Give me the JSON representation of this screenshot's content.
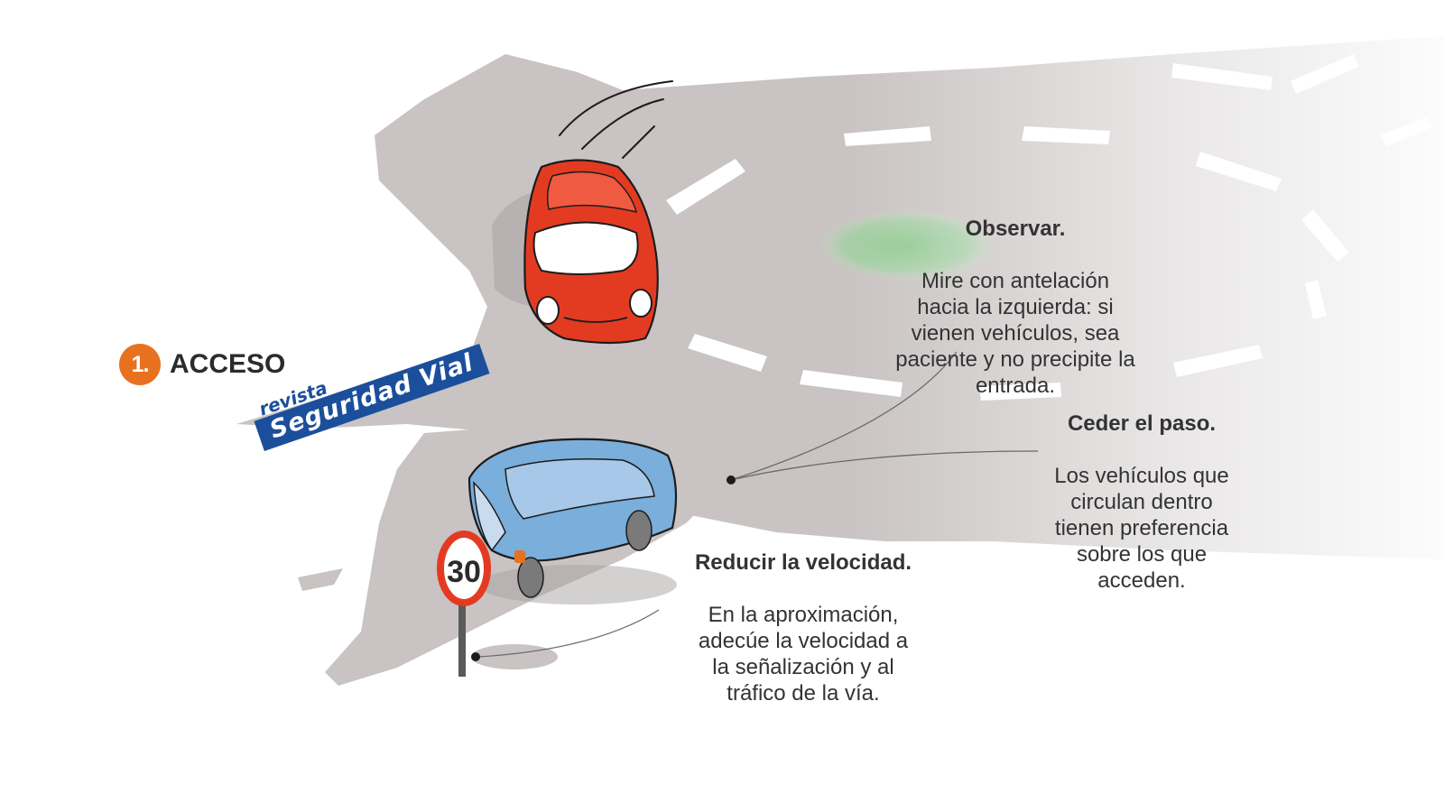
{
  "step": {
    "number": "1.",
    "label": "ACCESO",
    "badge_color": "#e8711f"
  },
  "callouts": {
    "observar": {
      "title": "Observar.",
      "text": "Mire con antelación\nhacia la izquierda: si\nvienen vehículos, sea\npaciente y no precipite la\nentrada."
    },
    "ceder": {
      "title": "Ceder el paso.",
      "text": "Los vehículos que\ncirculan dentro\ntienen preferencia\nsobre los que\nacceden."
    },
    "reducir": {
      "title": "Reducir la velocidad.",
      "text": "En la aproximación,\nadecúe la velocidad a\nla señalización y al\ntráfico de la vía."
    }
  },
  "speed_sign": {
    "value": "30"
  },
  "brand": {
    "sub": "revista",
    "main": "Seguridad Vial",
    "color": "#1b4f9c"
  },
  "colors": {
    "road": "#c9c3c3",
    "red_car": "#e33b22",
    "blue_car": "#7aaedb",
    "highlight": "#9ccf9c"
  }
}
